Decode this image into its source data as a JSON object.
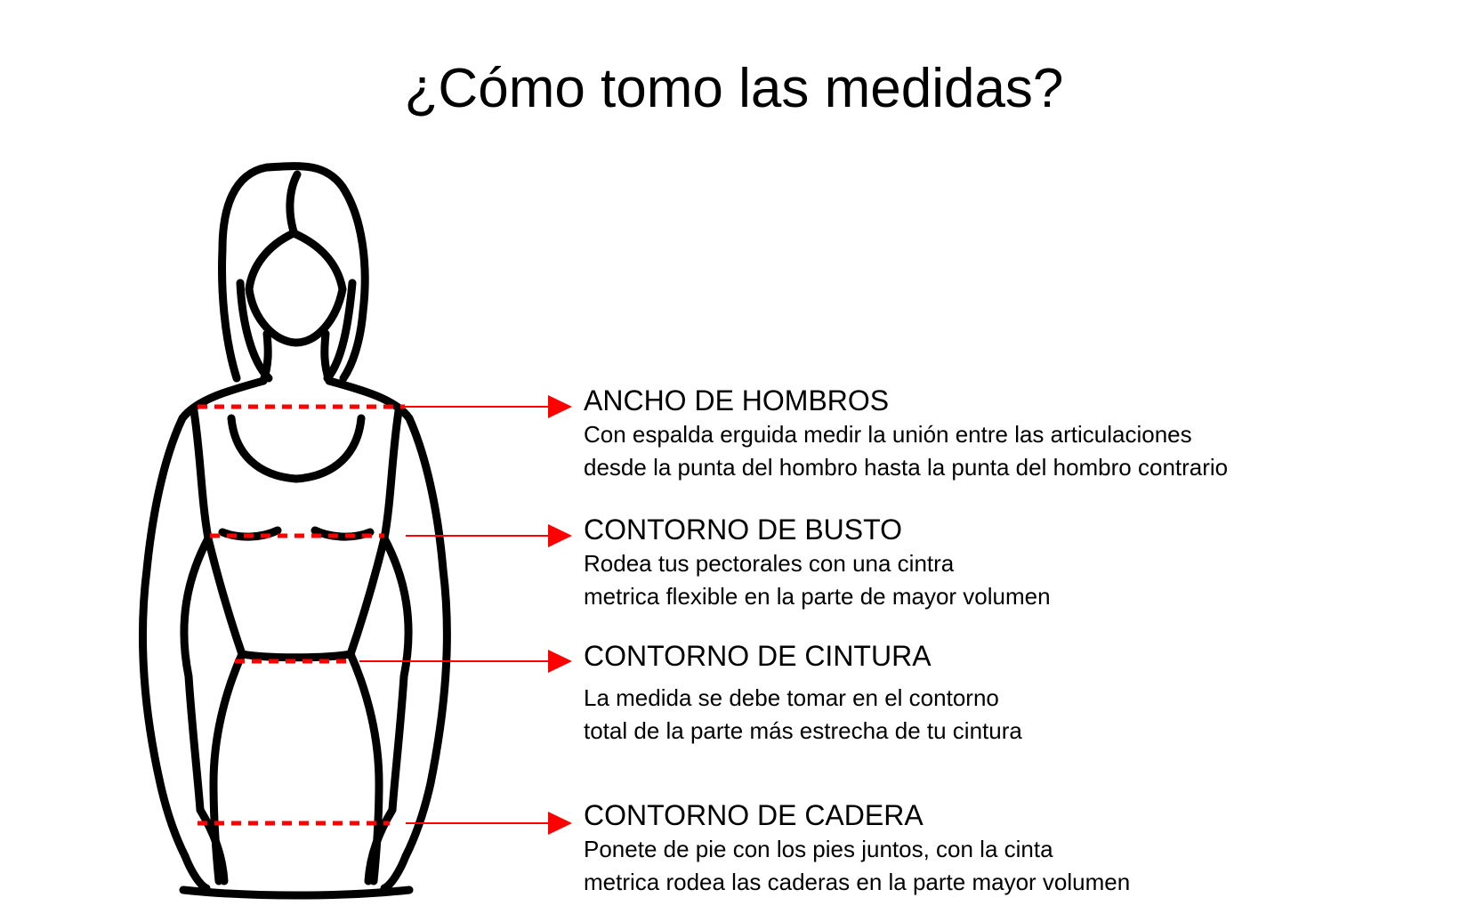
{
  "title": "¿Cómo tomo las medidas?",
  "colors": {
    "accent": "#ff0000",
    "outline": "#000000",
    "background": "#ffffff"
  },
  "measurements": [
    {
      "heading": "ANCHO DE HOMBROS",
      "lines": [
        "Con espalda erguida medir la unión entre las articulaciones",
        "desde la punta del hombro hasta la punta del hombro contrario"
      ]
    },
    {
      "heading": "CONTORNO DE BUSTO",
      "lines": [
        "Rodea tus pectorales con una cintra",
        "metrica flexible en la parte de mayor volumen"
      ]
    },
    {
      "heading": "CONTORNO DE CINTURA",
      "lines": [
        "La medida se debe tomar en el contorno",
        "total de la parte más estrecha de tu cintura"
      ]
    },
    {
      "heading": "CONTORNO DE CADERA",
      "lines": [
        "Ponete de pie con los pies juntos, con la cinta",
        "metrica rodea las caderas en la parte mayor volumen"
      ]
    }
  ]
}
